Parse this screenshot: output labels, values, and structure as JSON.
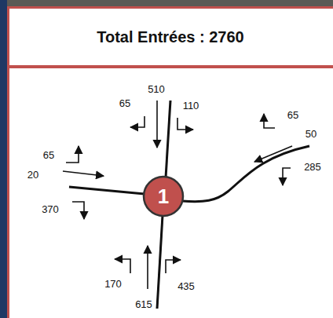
{
  "diagram": {
    "title": "Total Entrées : 2760",
    "nodes": [
      {
        "text": [
          "1"
        ]
      }
    ],
    "labels": [
      "510",
      "65",
      "110",
      "65",
      "50",
      "65",
      "20",
      "370",
      "285",
      "170",
      "615",
      "435"
    ]
  }
}
